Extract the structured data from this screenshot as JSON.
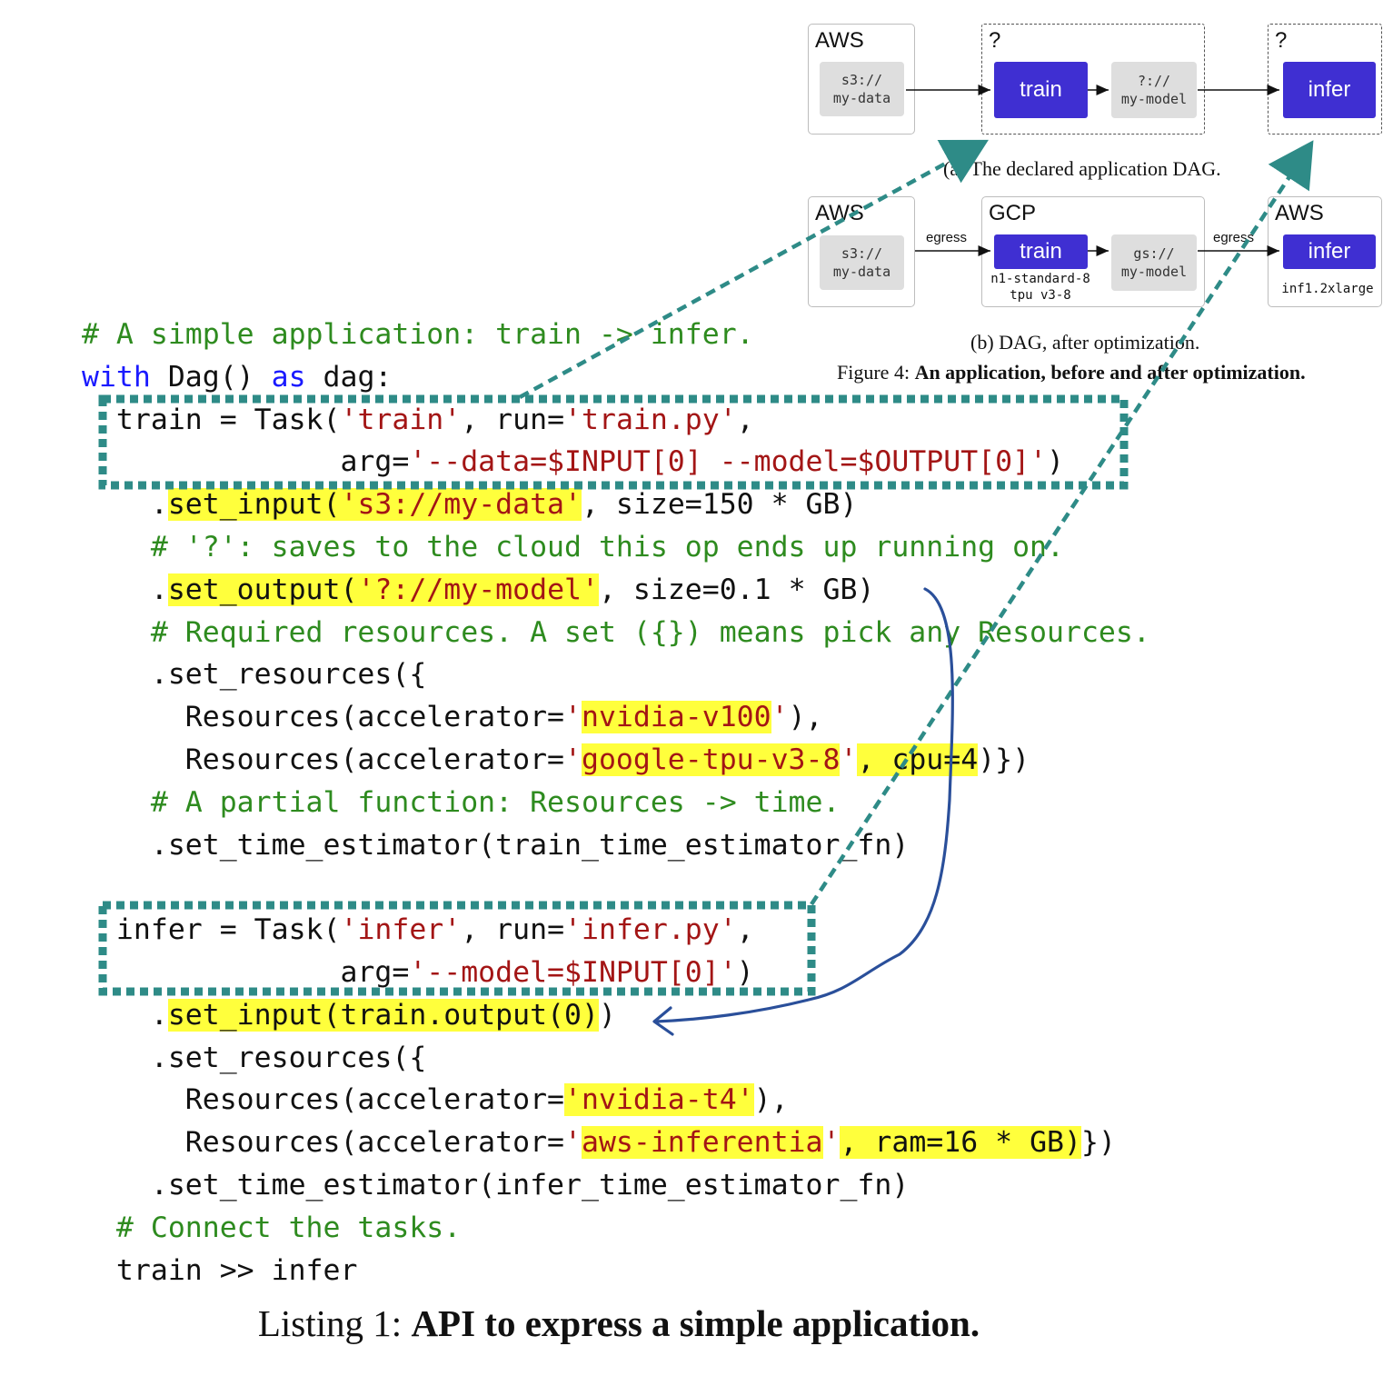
{
  "figure": {
    "dag_a": {
      "aws_label": "AWS",
      "store_left": [
        "s3://",
        "my-data"
      ],
      "group1_label": "?",
      "train_label": "train",
      "store_mid": [
        "?://",
        "my-model"
      ],
      "group2_label": "?",
      "infer_label": "infer",
      "caption": "(a) The declared application DAG."
    },
    "dag_b": {
      "aws_label": "AWS",
      "store_left": [
        "s3://",
        "my-data"
      ],
      "egress1": "egress",
      "gcp_label": "GCP",
      "train_label": "train",
      "train_instance": [
        "n1-standard-8",
        "tpu v3-8"
      ],
      "store_mid": [
        "gs://",
        "my-model"
      ],
      "egress2": "egress",
      "aws2_label": "AWS",
      "infer_label": "infer",
      "infer_instance": "inf1.2xlarge",
      "caption": "(b) DAG, after optimization."
    },
    "figure_caption_prefix": "Figure 4: ",
    "figure_caption_bold": "An application, before and after optimization."
  },
  "colors": {
    "task": "#3f2fd2",
    "dashed_box": "#2e8b87",
    "arrow": "#2a4f9a",
    "highlight": "#ffff3c",
    "comment": "#2e8b1f",
    "string": "#a31515",
    "keyword": "#1a1aff"
  },
  "code_lines": [
    [
      {
        "t": "# A simple application: train -> infer.",
        "c": "cm"
      }
    ],
    [
      {
        "t": "with",
        "c": "kw"
      },
      {
        "t": " Dag() "
      },
      {
        "t": "as",
        "c": "kw"
      },
      {
        "t": " dag:"
      }
    ],
    [
      {
        "t": "  train = Task("
      },
      {
        "t": "'train'",
        "c": "str"
      },
      {
        "t": ", run="
      },
      {
        "t": "'train.py'",
        "c": "str"
      },
      {
        "t": ","
      }
    ],
    [
      {
        "t": "               arg="
      },
      {
        "t": "'--data=$INPUT[0] --model=$OUTPUT[0]'",
        "c": "str"
      },
      {
        "t": ")"
      }
    ],
    [
      {
        "t": "    ."
      },
      {
        "t": "set_input(",
        "c": "hl"
      },
      {
        "t": "'s3://my-data'",
        "c": "str hl"
      },
      {
        "t": ", size=150 * GB)"
      }
    ],
    [
      {
        "t": "    # '?': saves to the cloud this op ends up running on.",
        "c": "cm"
      }
    ],
    [
      {
        "t": "    ."
      },
      {
        "t": "set_output(",
        "c": "hl"
      },
      {
        "t": "'?://my-model'",
        "c": "str hl"
      },
      {
        "t": ", size=0.1 * GB)"
      }
    ],
    [
      {
        "t": "    # Required resources. A set ({}) means pick any Resources.",
        "c": "cm"
      }
    ],
    [
      {
        "t": "    .set_resources({"
      }
    ],
    [
      {
        "t": "      Resources(accelerator="
      },
      {
        "t": "'",
        "c": "str"
      },
      {
        "t": "nvidia-v100",
        "c": "str hl"
      },
      {
        "t": "'",
        "c": "str"
      },
      {
        "t": "),"
      }
    ],
    [
      {
        "t": "      Resources(accelerator="
      },
      {
        "t": "'",
        "c": "str"
      },
      {
        "t": "google-tpu-v3-8",
        "c": "str hl"
      },
      {
        "t": "'",
        "c": "str"
      },
      {
        "t": ", cpu=4",
        "c": "hl"
      },
      {
        "t": ")})"
      }
    ],
    [
      {
        "t": "    # A partial function: Resources -> time.",
        "c": "cm"
      }
    ],
    [
      {
        "t": "    .set_time_estimator(train_time_estimator_fn)"
      }
    ],
    [
      {
        "t": ""
      }
    ],
    [
      {
        "t": "  infer = Task("
      },
      {
        "t": "'infer'",
        "c": "str"
      },
      {
        "t": ", run="
      },
      {
        "t": "'infer.py'",
        "c": "str"
      },
      {
        "t": ","
      }
    ],
    [
      {
        "t": "               arg="
      },
      {
        "t": "'--model=$INPUT[0]'",
        "c": "str"
      },
      {
        "t": ")"
      }
    ],
    [
      {
        "t": "    ."
      },
      {
        "t": "set_input(train.output(0)",
        "c": "hl"
      },
      {
        "t": ")"
      }
    ],
    [
      {
        "t": "    .set_resources({"
      }
    ],
    [
      {
        "t": "      Resources(accelerator="
      },
      {
        "t": "'nvidia-t4'",
        "c": "str hl"
      },
      {
        "t": "),"
      }
    ],
    [
      {
        "t": "      Resources(accelerator="
      },
      {
        "t": "'",
        "c": "str"
      },
      {
        "t": "aws-inferentia",
        "c": "str hl"
      },
      {
        "t": "'",
        "c": "str"
      },
      {
        "t": ", ram=16 * GB)",
        "c": "hl"
      },
      {
        "t": "})"
      }
    ],
    [
      {
        "t": "    .set_time_estimator(infer_time_estimator_fn)"
      }
    ],
    [
      {
        "t": "  # Connect the tasks.",
        "c": "cm"
      }
    ],
    [
      {
        "t": "  train >> infer"
      }
    ]
  ],
  "listing_caption_prefix": "Listing 1: ",
  "listing_caption_bold": "API to express a simple application."
}
